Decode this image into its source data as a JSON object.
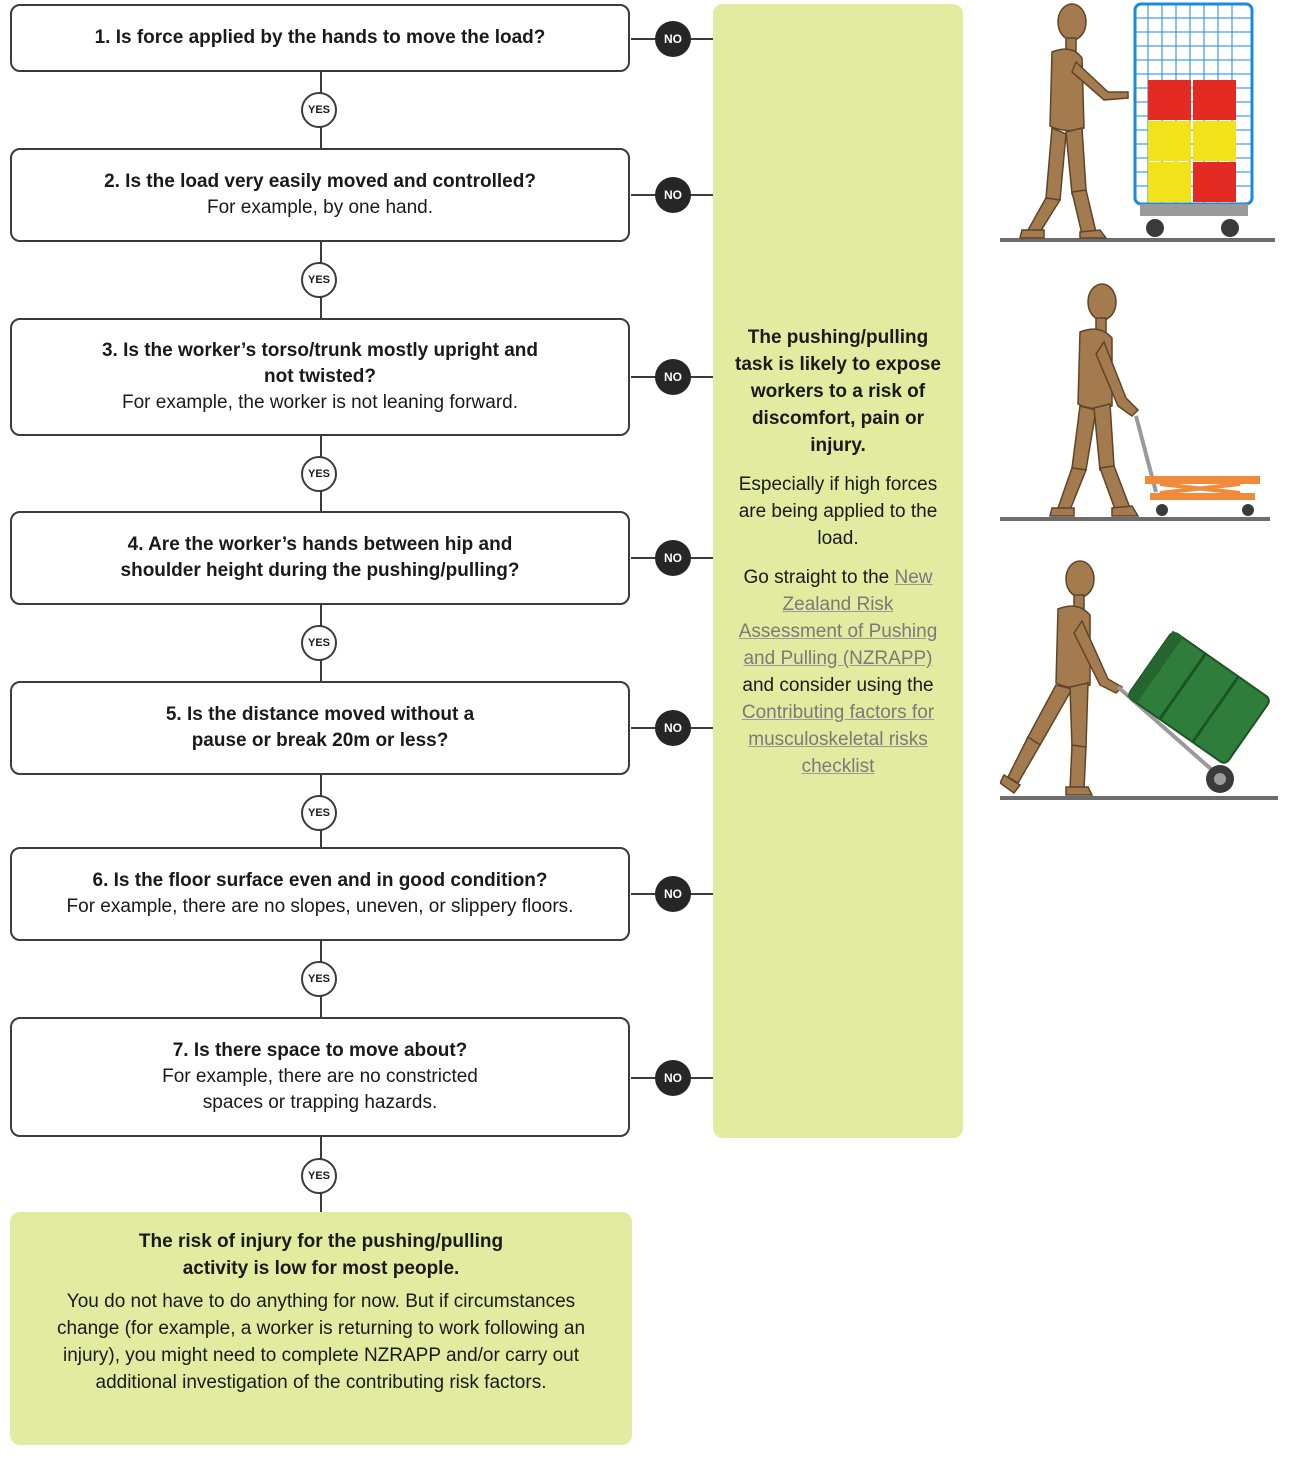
{
  "questions": [
    {
      "q": "1. Is force applied by the hands to move the load?",
      "d": ""
    },
    {
      "q": "2. Is the load very easily moved and controlled?",
      "d": "For example, by one hand."
    },
    {
      "q": "3. Is the worker’s torso/trunk mostly upright and not twisted?",
      "d": "For example, the worker is not leaning forward."
    },
    {
      "q": "4. Are the worker’s hands between hip and shoulder height during the pushing/pulling?",
      "d": ""
    },
    {
      "q": "5. Is the distance moved without a pause or break 20m or less?",
      "d": ""
    },
    {
      "q": "6. Is the floor surface even and in good condition?",
      "d": "For example, there are no slopes, uneven, or slippery floors."
    },
    {
      "q": "7. Is there space to move about?",
      "d": "For example, there are no constricted spaces or trapping hazards."
    }
  ],
  "labels": {
    "yes": "YES",
    "no": "NO"
  },
  "risk_panel": {
    "lead": "The pushing/pulling task is likely to expose workers to a risk of discomfort, pain or injury.",
    "especially": "Especially if high forces are being applied to the load.",
    "go_prefix": "Go straight to the",
    "link1": "New Zealand Risk Assessment of Pushing and Pulling (NZRAPP)",
    "and_consider": "and consider using the",
    "link2": "Contributing factors for musculoskeletal risks checklist"
  },
  "low_risk": {
    "lead": "The risk of injury for the pushing/pulling activity is low for most people.",
    "body": "You do not have to do anything for now. But if circumstances change (for example, a worker is returning to work following an injury), you might need to complete NZRAPP and/or carry out additional investigation of the contributing risk factors."
  },
  "colors": {
    "panel_green": "#e3eba0",
    "no_badge": "#262626",
    "border": "#3c3c3c"
  }
}
